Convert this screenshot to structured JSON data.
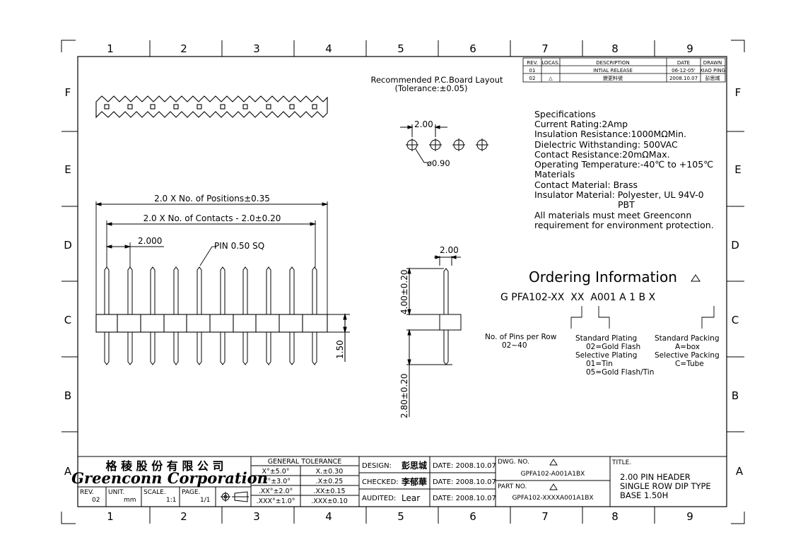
{
  "border": {
    "columns": [
      "1",
      "2",
      "3",
      "4",
      "5",
      "6",
      "7",
      "8",
      "9"
    ],
    "rows": [
      "F",
      "E",
      "D",
      "C",
      "B",
      "A"
    ]
  },
  "revision_table": {
    "headers": [
      "REV.",
      "LOCAS.",
      "DESCRIPTION",
      "DATE",
      "DRAWN"
    ],
    "rows": [
      {
        "rev": "01",
        "locas": "",
        "description": "INTIAL RELEASE",
        "date": "06-12-05'",
        "drawn": "XIAO PING"
      },
      {
        "rev": "02",
        "locas": "△",
        "description": "變更料號",
        "date": "2008.10.07",
        "drawn": "彭思城"
      }
    ]
  },
  "pcb_layout": {
    "title": "Recommended P.C.Board Layout",
    "tolerance": "(Tolerance:±0.05)",
    "pitch": "2.00",
    "hole": "ø0.90"
  },
  "specifications": {
    "heading": "Specifications",
    "lines": [
      "Current Rating:2Amp",
      "Insulation Resistance:1000MΩMin.",
      "Dielectric Withstanding:   500VAC",
      "Contact Resistance:20mΩMax.",
      "Operating Temperature:-40℃ to +105℃",
      "Materials",
      "Contact Material: Brass",
      "Insulator Material: Polyester, UL 94V-0",
      "                   PBT",
      "All materials must meet Greenconn",
      "requirement for environment protection."
    ]
  },
  "ordering": {
    "title": "Ordering Information",
    "code": "G PFA102-XX  XX  A001 A 1 B X",
    "pins_label": "No. of Pins per Row",
    "pins_range": "02~40",
    "plating": [
      "Standard Plating",
      "02=Gold Flash",
      "Selective Plating",
      "01=Tin",
      "05=Gold Flash/Tin"
    ],
    "packing": [
      "Standard Packing",
      "A=box",
      "Selective Packing",
      "C=Tube"
    ]
  },
  "front_view": {
    "dim_positions": "2.0 X No. of Positions±0.35",
    "dim_contacts": "2.0 X No. of Contacts - 2.0±0.20",
    "dim_pitch": "2.000",
    "pin_label": "PIN 0.50 SQ",
    "dim_height": "1.50"
  },
  "side_view": {
    "dim_width": "2.00",
    "dim_top": "4.00±0.20",
    "dim_bottom": "2.80±0.20"
  },
  "title_block": {
    "company_cn": "格 稜 股 份 有 限 公 司",
    "company_en": "Greenconn Corporation",
    "rev_label": "REV.",
    "rev_value": "02",
    "unit_label": "UNIT.",
    "unit_value": "mm",
    "scale_label": "SCALE.",
    "scale_value": "1:1",
    "page_label": "PAGE.",
    "page_value": "1/1",
    "tolerance_header": "GENERAL  TOLERANCE",
    "tolerance_rows": [
      {
        "a": "X°±5.0°",
        "b": "X.±0.30"
      },
      {
        "a": ".X°±3.0°",
        "b": ".X±0.25"
      },
      {
        "a": ".XX°±2.0°",
        "b": ".XX±0.15"
      },
      {
        "a": ".XXX°±1.0°",
        "b": ".XXX±0.10"
      }
    ],
    "design_label": "DESIGN:",
    "design_name": "彭思城",
    "checked_label": "CHECKED:",
    "checked_name": "李郁華",
    "audited_label": "AUDITED:",
    "audited_name": "Lear",
    "date1": "DATE: 2008.10.07",
    "date2": "DATE: 2008.10.07",
    "date3": "DATE: 2008.10.07",
    "dwg_label": "DWG. NO.",
    "dwg_value": "GPFA102-A001A1BX",
    "part_label": "PART NO.",
    "part_value": "GPFA102-XXXXA001A1BX",
    "title_label": "TITLE.",
    "title_lines": [
      "2.00 PIN HEADER",
      "SINGLE ROW DIP TYPE",
      "BASE 1.50H"
    ]
  }
}
